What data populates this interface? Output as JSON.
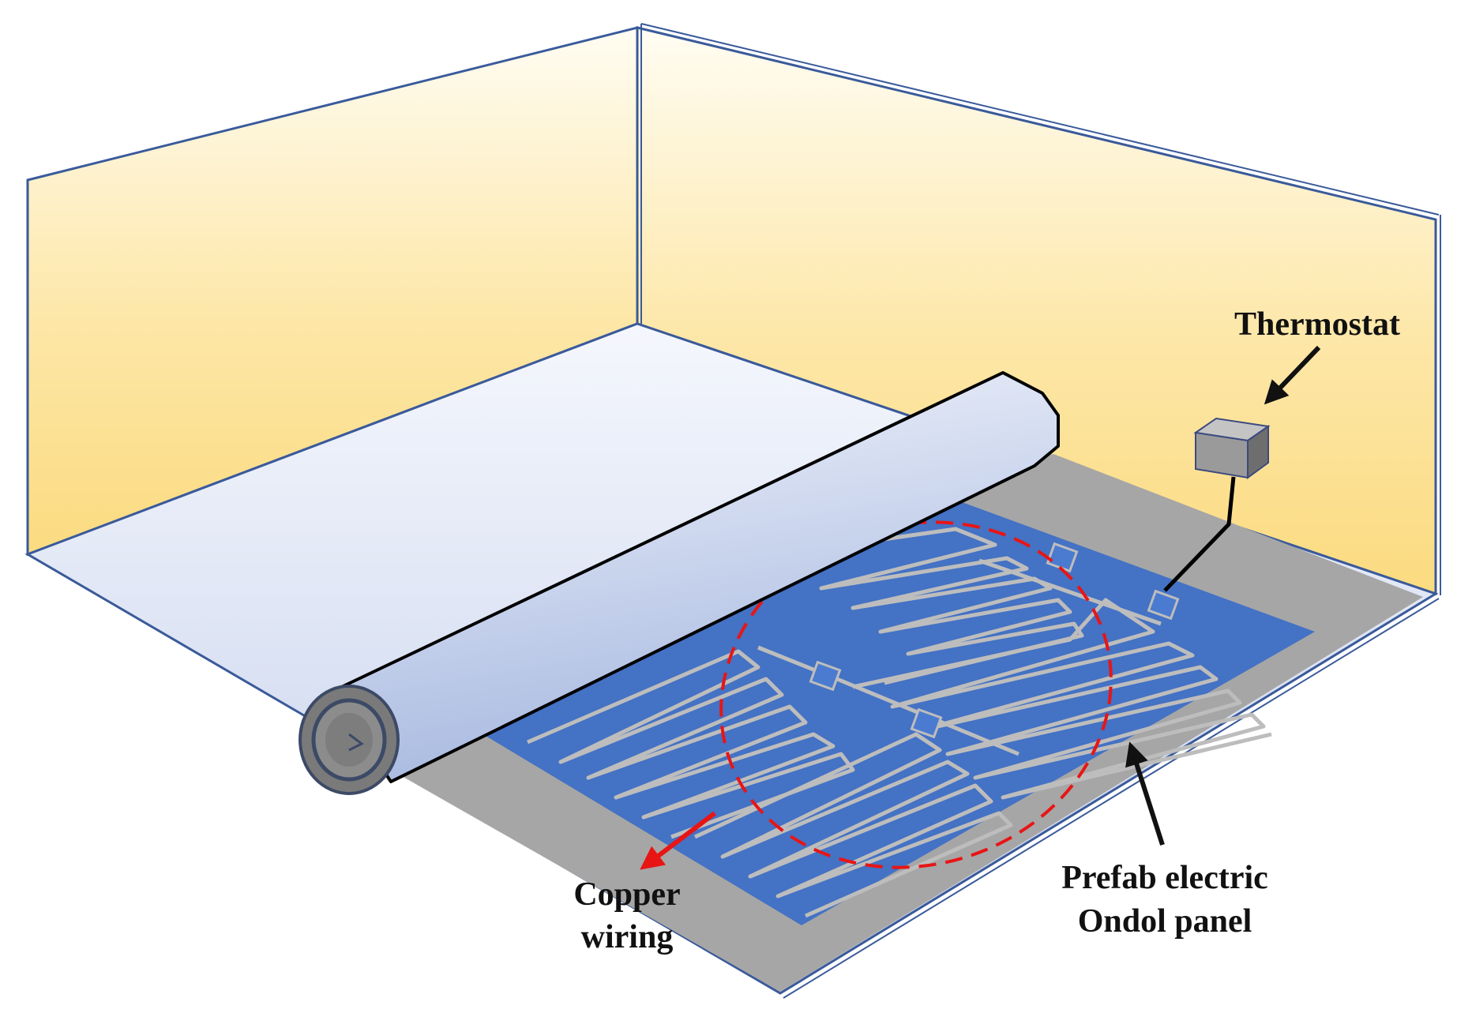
{
  "labels": {
    "thermostat": "Thermostat",
    "copper_line1": "Copper",
    "copper_line2": "wiring",
    "panel_line1": "Prefab electric",
    "panel_line2": "Ondol panel"
  },
  "colors": {
    "wall_edge": "#3a5a9a",
    "wall_top": "#fffdf3",
    "wall_bottom": "#fbdd86",
    "floor_top": "#f3f5fc",
    "floor_bottom": "#c8d3ec",
    "roll_top": "#eef1fa",
    "roll_bottom": "#aebfe2",
    "base_panel": "#a6a6a6",
    "heating_panel": "#4472c4",
    "wiring": "#b8b8b8",
    "highlight": "#e02020",
    "thermostat_box": "#9a9a9a"
  },
  "icons": {
    "thermostat": "thermostat-box-icon",
    "roll": "floor-covering-roll-icon",
    "wiring": "copper-wiring-icon"
  }
}
